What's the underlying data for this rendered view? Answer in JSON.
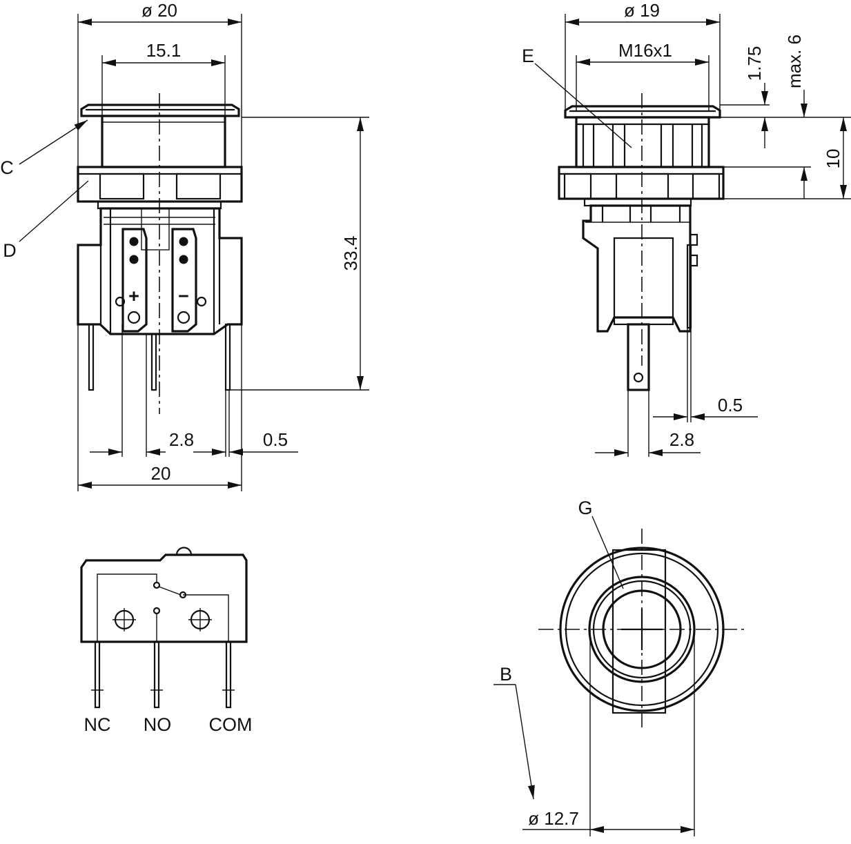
{
  "dimensions": {
    "front_outer_diameter": "ø 20",
    "front_inner_width": "15.1",
    "front_height": "33.4",
    "front_pin_pitch": "2.8",
    "front_pin_thickness": "0.5",
    "front_base_width": "20",
    "side_outer_diameter": "ø 19",
    "side_thread": "M16x1",
    "side_bezel_height": "1.75",
    "side_max_panel": "max. 6",
    "side_height": "10",
    "side_pin_thickness": "0.5",
    "side_pin_pitch": "2.8",
    "bottom_diameter": "ø 12.7"
  },
  "labels": {
    "c": "C",
    "d": "D",
    "e": "E",
    "g": "G",
    "b": "B"
  },
  "schematic": {
    "nc": "NC",
    "no": "NO",
    "com": "COM",
    "plus": "+",
    "minus": "−"
  }
}
